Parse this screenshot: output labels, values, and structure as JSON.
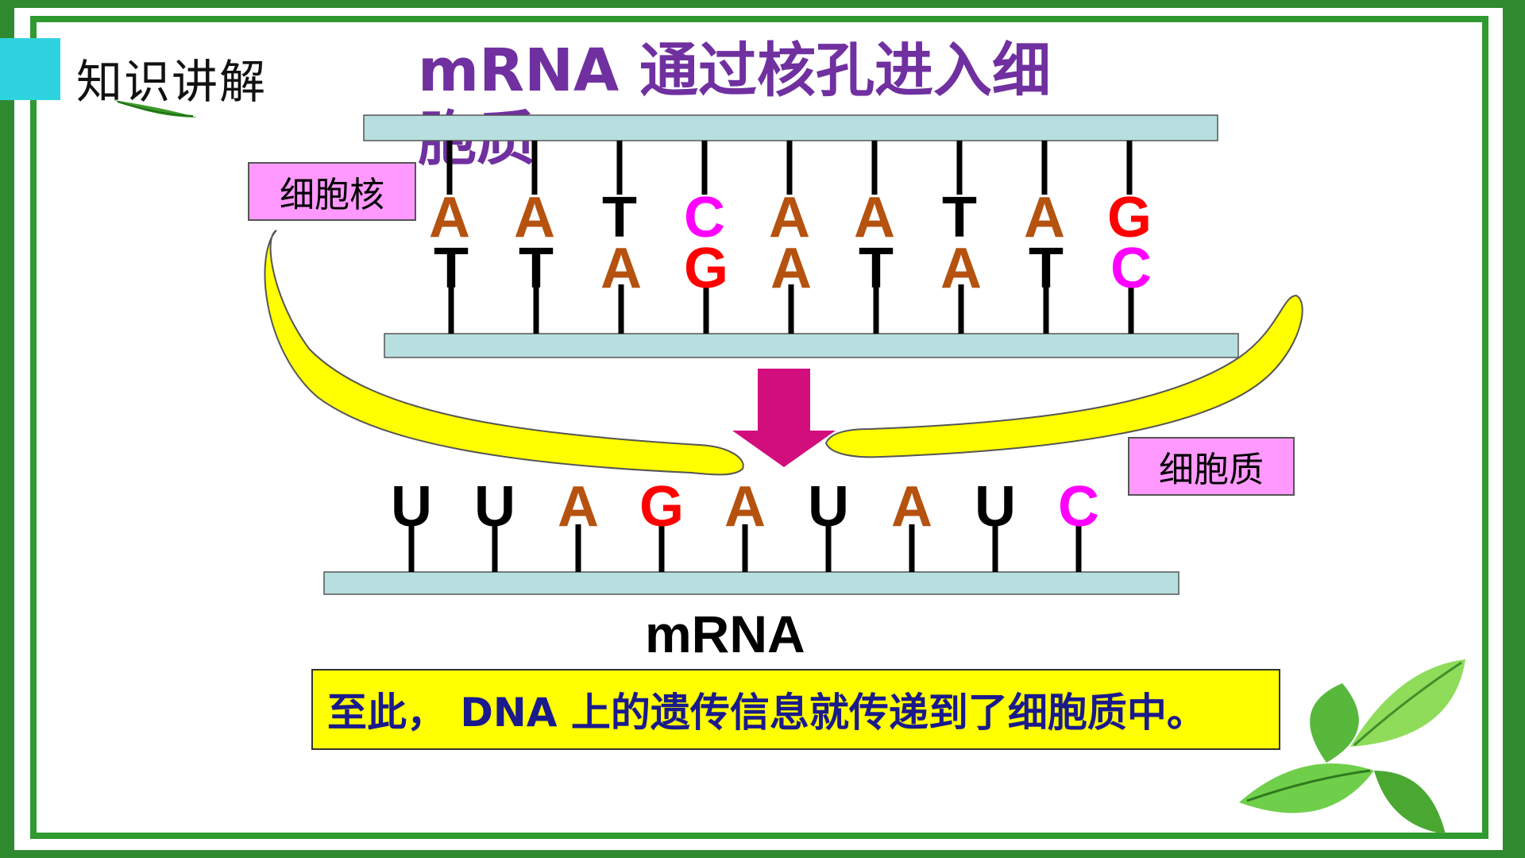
{
  "section_title": "知识讲解",
  "main_title": "mRNA 通过核孔进入细胞质",
  "labels": {
    "nucleus": "细胞核",
    "cytoplasm": "细胞质",
    "mrna": "mRNA"
  },
  "conclusion": "至此， DNA 上的遗传信息就传递到了细胞质中。",
  "dna_top_strand": [
    "A",
    "A",
    "T",
    "C",
    "A",
    "A",
    "T",
    "A",
    "G"
  ],
  "dna_bottom_strand": [
    "T",
    "T",
    "A",
    "G",
    "A",
    "T",
    "A",
    "T",
    "C"
  ],
  "mrna_strand": [
    "U",
    "U",
    "A",
    "G",
    "A",
    "U",
    "A",
    "U",
    "C"
  ],
  "colors": {
    "A": "#b5520f",
    "T": "#000000",
    "U": "#000000",
    "G": "#ff0000",
    "C": "#ff00ff",
    "strand": "#b8dfe0",
    "nuclear_envelope": "#ffff00",
    "arrow": "#d10e7c",
    "title": "#7030a0",
    "frame": "#2f9a2f"
  }
}
